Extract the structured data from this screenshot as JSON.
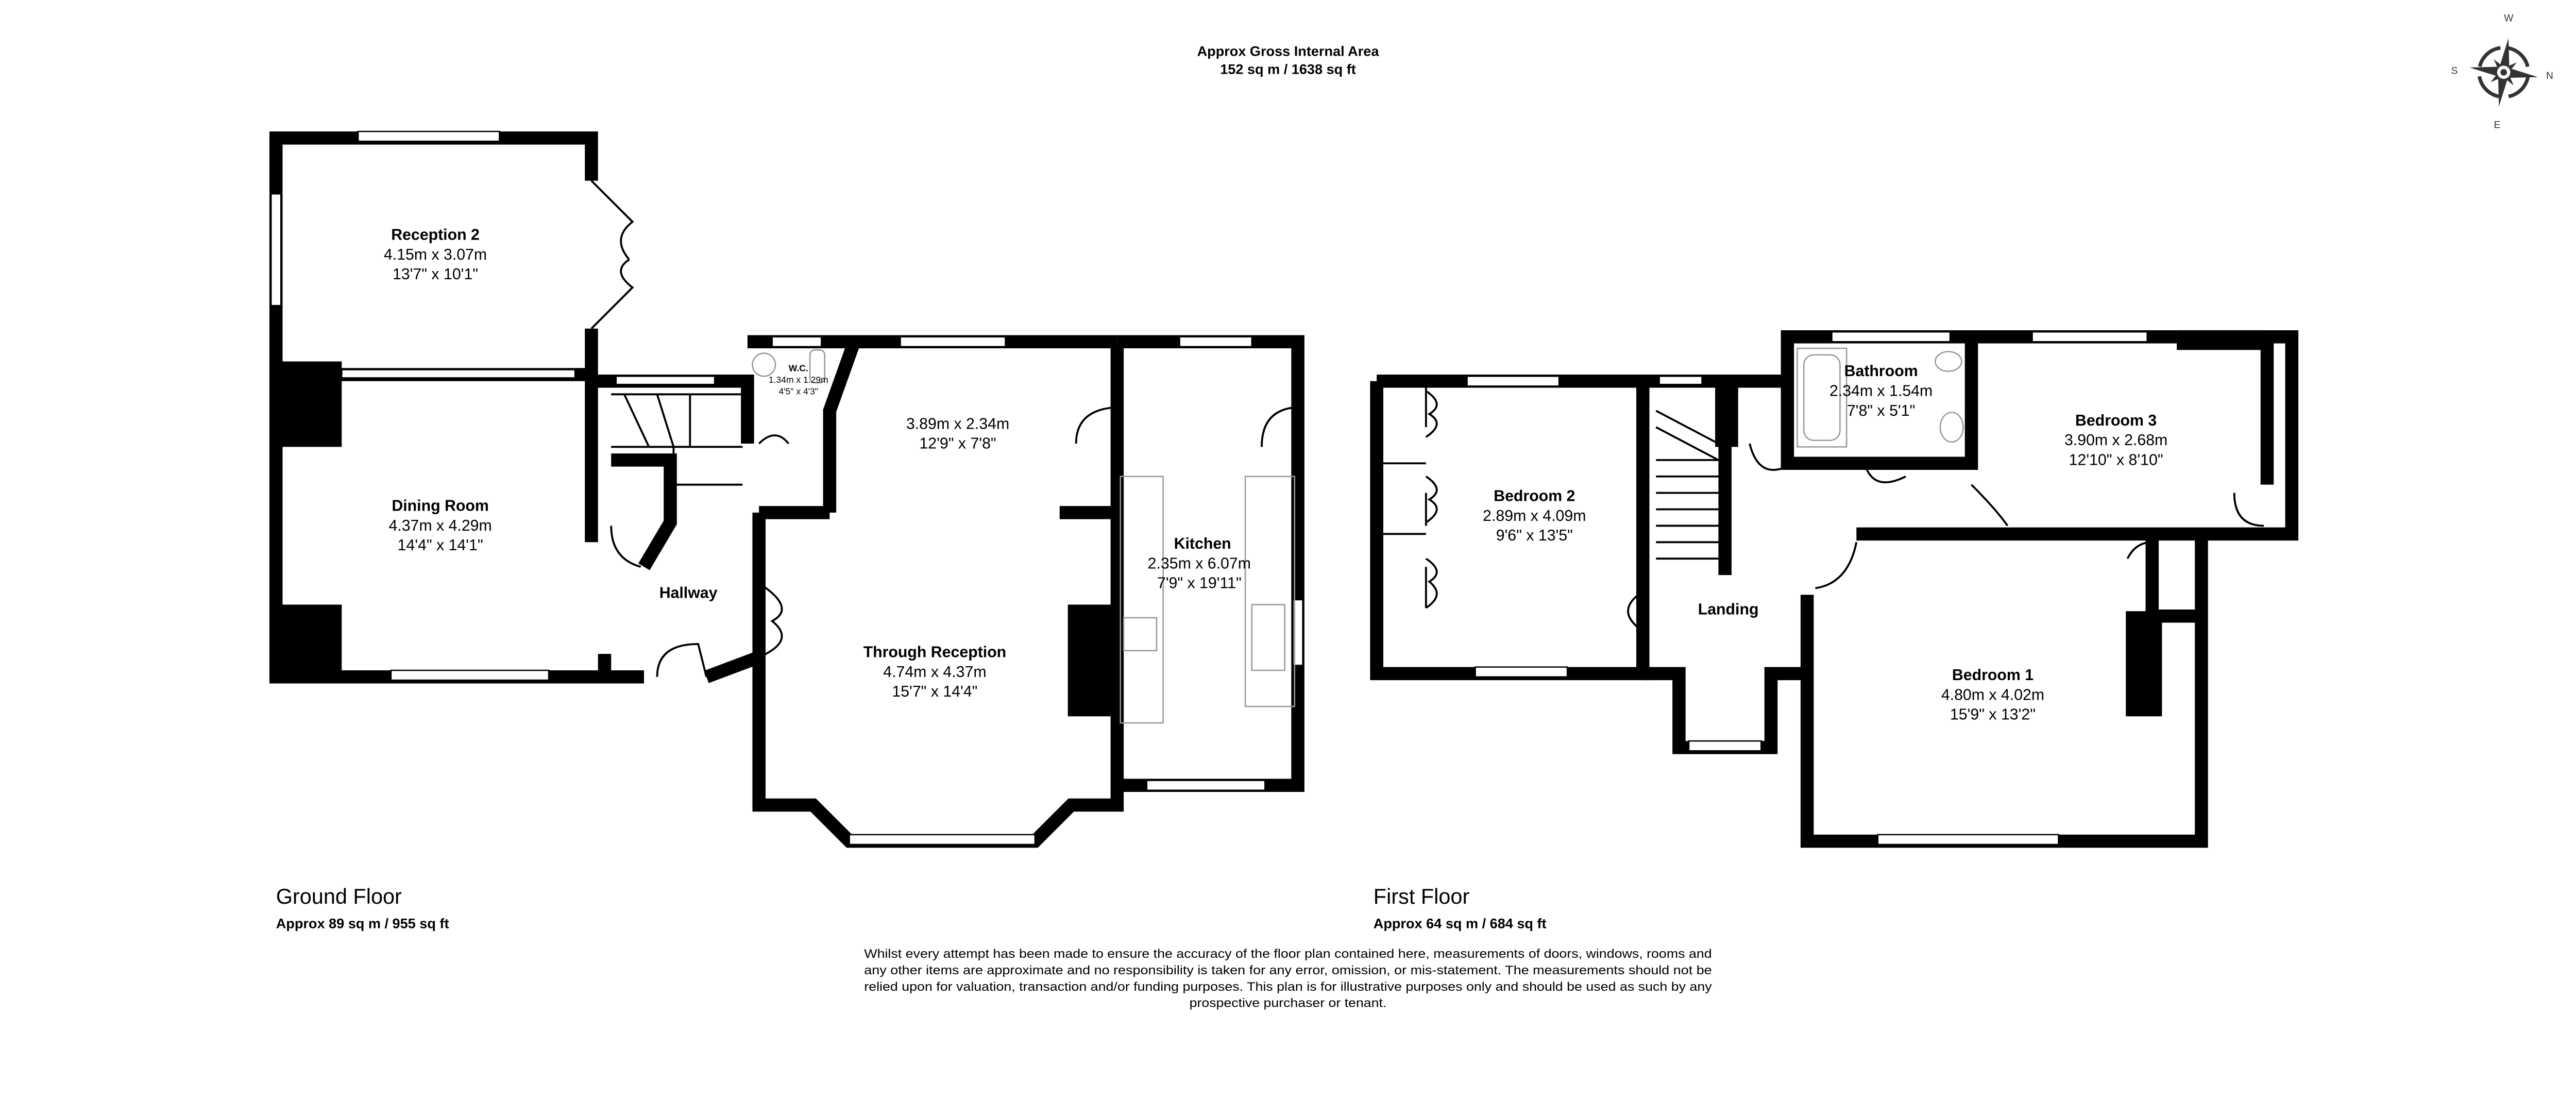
{
  "header": {
    "title": "Approx Gross Internal Area",
    "area": "152 sq m / 1638 sq ft"
  },
  "compass": {
    "icon": "compass-rose-icon",
    "n": "N",
    "e": "E",
    "s": "S",
    "w": "W"
  },
  "ground_floor": {
    "label": "Ground Floor",
    "area": "Approx 89 sq m / 955 sq ft",
    "rooms": {
      "reception2": {
        "name": "Reception 2",
        "metric": "4.15m x 3.07m",
        "imperial": "13'7\" x 10'1\""
      },
      "dining": {
        "name": "Dining Room",
        "metric": "4.37m x 4.29m",
        "imperial": "14'4\" x 14'1\""
      },
      "wc": {
        "name": "W.C.",
        "metric": "1.34m x 1.29m",
        "imperial": "4'5\" x 4'3\""
      },
      "hallway": {
        "name": "Hallway"
      },
      "through_upper": {
        "metric": "3.89m x 2.34m",
        "imperial": "12'9\" x 7'8\""
      },
      "through": {
        "name": "Through Reception",
        "metric": "4.74m x 4.37m",
        "imperial": "15'7\" x 14'4\""
      },
      "kitchen": {
        "name": "Kitchen",
        "metric": "2.35m x 6.07m",
        "imperial": "7'9\" x 19'11\""
      }
    }
  },
  "first_floor": {
    "label": "First Floor",
    "area": "Approx 64 sq m / 684 sq ft",
    "rooms": {
      "bedroom2": {
        "name": "Bedroom 2",
        "metric": "2.89m x 4.09m",
        "imperial": "9'6\" x 13'5\""
      },
      "bathroom": {
        "name": "Bathroom",
        "metric": "2.34m x 1.54m",
        "imperial": "7'8\" x 5'1\""
      },
      "bedroom3": {
        "name": "Bedroom 3",
        "metric": "3.90m x 2.68m",
        "imperial": "12'10\" x 8'10\""
      },
      "landing": {
        "name": "Landing"
      },
      "bedroom1": {
        "name": "Bedroom 1",
        "metric": "4.80m x 4.02m",
        "imperial": "15'9\" x 13'2\""
      }
    }
  },
  "disclaimer": {
    "lines": [
      "Whilst every attempt has been made to ensure the accuracy of the floor plan contained here, measurements of doors, windows, rooms and",
      "any other items are approximate and no responsibility is taken for any error, omission, or mis-statement. The measurements should not be",
      "relied upon for valuation, transaction and/or funding purposes. This plan is for illustrative purposes only and should be used as such by any",
      "prospective purchaser or tenant."
    ]
  }
}
